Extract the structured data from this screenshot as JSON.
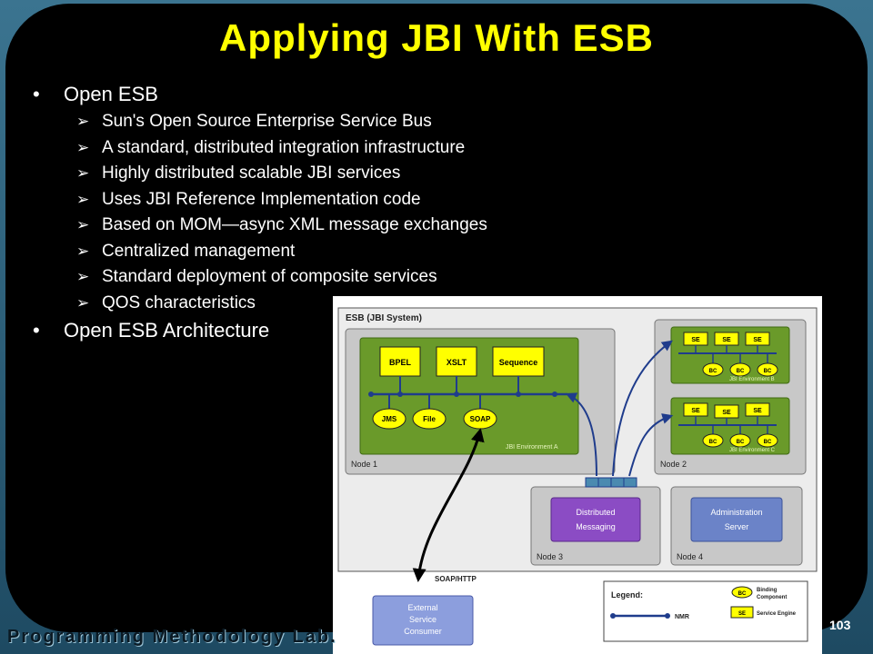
{
  "slide": {
    "title": "Applying JBI With ESB",
    "bullets": [
      {
        "text": "Open ESB",
        "sub": [
          "Sun's Open Source Enterprise Service Bus",
          "A standard, distributed integration infrastructure",
          "Highly distributed scalable JBI services",
          "Uses JBI Reference Implementation code",
          "Based on MOM—async XML message exchanges",
          "Centralized management",
          "Standard deployment of composite services",
          "QOS characteristics"
        ]
      },
      {
        "text": "Open ESB Architecture",
        "sub": []
      }
    ],
    "footer": "Programming Methodology Lab.",
    "page_number": "103"
  },
  "diagram": {
    "esb_label_prefix": "ESB",
    "esb_label_suffix": "(JBI System)",
    "node1": {
      "label": "Node 1",
      "env_label": "JBI Environment A",
      "service_engines": [
        "BPEL",
        "XSLT",
        "Sequence"
      ],
      "binding_components": [
        "JMS",
        "File",
        "SOAP"
      ]
    },
    "node2": {
      "label": "Node 2",
      "env_b": {
        "label": "JBI Environment B",
        "se": [
          "SE",
          "SE",
          "SE"
        ],
        "bc": [
          "BC",
          "BC",
          "BC"
        ]
      },
      "env_c": {
        "label": "JBI Environment C",
        "se": [
          "SE",
          "SE",
          "SE"
        ],
        "bc": [
          "BC",
          "BC",
          "BC"
        ]
      }
    },
    "node3": {
      "label": "Node 3",
      "box_line1": "Distributed",
      "box_line2": "Messaging"
    },
    "node4": {
      "label": "Node 4",
      "box_line1": "Administration",
      "box_line2": "Server"
    },
    "soap_label": "SOAP/HTTP",
    "consumer": {
      "line1": "External",
      "line2": "Service",
      "line3": "Consumer"
    },
    "legend": {
      "title": "Legend:",
      "bc": "BC",
      "bc_desc_1": "Binding",
      "bc_desc_2": "Component",
      "se": "SE",
      "se_desc": "Service Engine",
      "nmr": "NMR"
    },
    "colors": {
      "node_bg": "#c8c8c8",
      "env_green": "#6a9a2a",
      "yellow": "#ffff00",
      "purple": "#8b4cc4",
      "blue": "#6b83c8",
      "nmr_line": "#1f3c8c"
    }
  }
}
